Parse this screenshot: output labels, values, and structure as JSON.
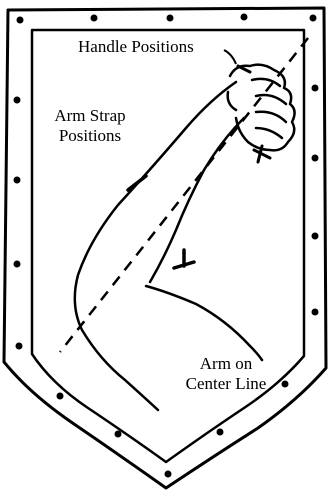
{
  "labels": {
    "handle_positions": "Handle Positions",
    "arm_strap_line1": "Arm Strap",
    "arm_strap_line2": "Positions",
    "arm_center_line1": "Arm on",
    "arm_center_line2": "Center Line"
  },
  "colors": {
    "ink": "#000000",
    "background": "#ffffff"
  },
  "icons": {
    "rivet": "rivet-icon"
  }
}
